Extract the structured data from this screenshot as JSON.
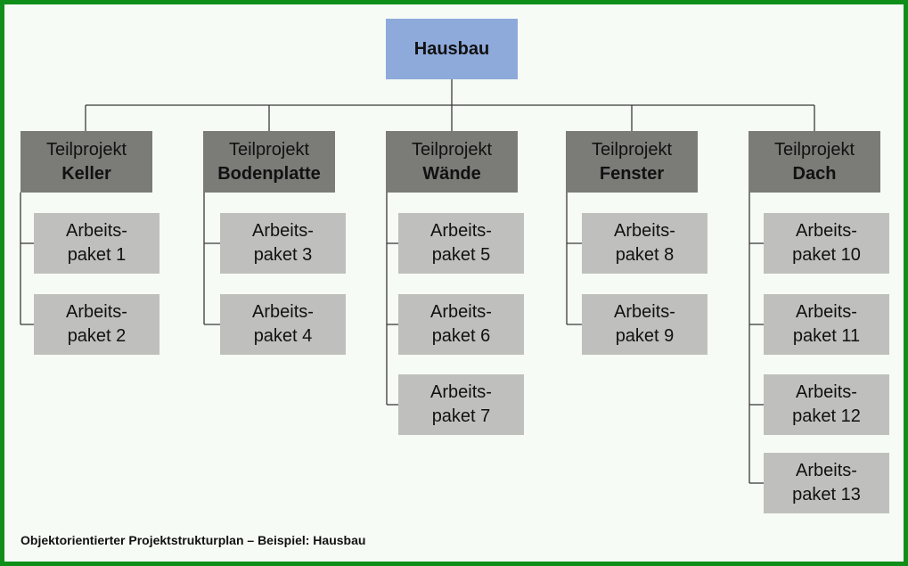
{
  "root": {
    "label": "Hausbau"
  },
  "subprojects": [
    {
      "prefix": "Teilprojekt",
      "name": "Keller",
      "packages": [
        {
          "l1": "Arbeits-",
          "l2": "paket 1"
        },
        {
          "l1": "Arbeits-",
          "l2": "paket 2"
        }
      ]
    },
    {
      "prefix": "Teilprojekt",
      "name": "Bodenplatte",
      "packages": [
        {
          "l1": "Arbeits-",
          "l2": "paket 3"
        },
        {
          "l1": "Arbeits-",
          "l2": "paket 4"
        }
      ]
    },
    {
      "prefix": "Teilprojekt",
      "name": "Wände",
      "packages": [
        {
          "l1": "Arbeits-",
          "l2": "paket 5"
        },
        {
          "l1": "Arbeits-",
          "l2": "paket 6"
        },
        {
          "l1": "Arbeits-",
          "l2": "paket 7"
        }
      ]
    },
    {
      "prefix": "Teilprojekt",
      "name": "Fenster",
      "packages": [
        {
          "l1": "Arbeits-",
          "l2": "paket 8"
        },
        {
          "l1": "Arbeits-",
          "l2": "paket 9"
        }
      ]
    },
    {
      "prefix": "Teilprojekt",
      "name": "Dach",
      "packages": [
        {
          "l1": "Arbeits-",
          "l2": "paket 10"
        },
        {
          "l1": "Arbeits-",
          "l2": "paket 11"
        },
        {
          "l1": "Arbeits-",
          "l2": "paket 12"
        },
        {
          "l1": "Arbeits-",
          "l2": "paket 13"
        }
      ]
    }
  ],
  "caption": "Objektorientierter Projektstrukturplan – Beispiel: Hausbau",
  "colors": {
    "frame": "#0f8f1a",
    "root": "#8eaadb",
    "subproject": "#7b7c78",
    "package": "#bfc0bd",
    "connector": "#3a3a3a"
  }
}
